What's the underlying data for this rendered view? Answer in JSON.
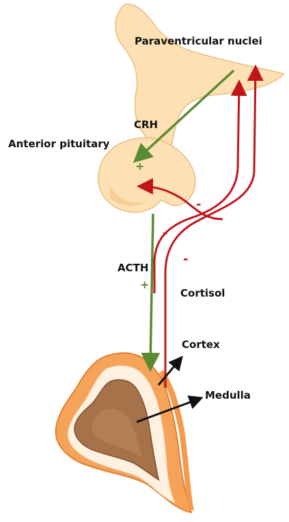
{
  "labels": {
    "paraventricular": "Paraventricular nuclei",
    "crh": "CRH",
    "anterior_pituitary": "Anterior pituitary",
    "acth": "ACTH",
    "cortisol": "Cortisol",
    "cortex": "Cortex",
    "medulla": "Medulla"
  },
  "signs": {
    "crh_plus": "+",
    "acth_plus": "+",
    "feedback_minus_1": "-",
    "feedback_minus_2": "-",
    "feedback_minus_3": "-"
  },
  "colors": {
    "stimulation": "#5a8a32",
    "inhibition": "#c0141b",
    "pointer": "#111111",
    "brain_tissue": "#fde0b3",
    "brain_outline": "#e8bd7e",
    "adrenal_cortex": "#f6a35a",
    "adrenal_cortex_dark": "#e07f35",
    "adrenal_medulla": "#a6724a",
    "adrenal_medulla_dark": "#8c5a38"
  }
}
